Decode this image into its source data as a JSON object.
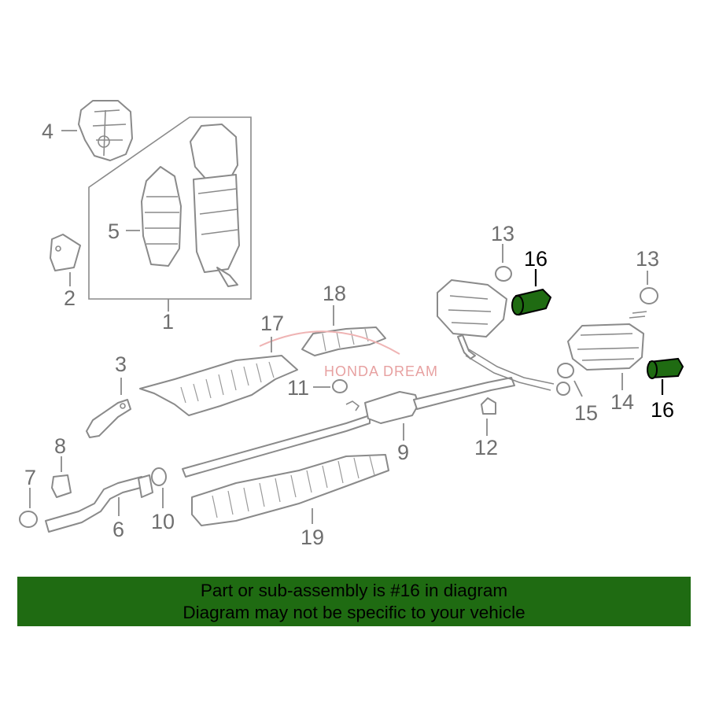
{
  "diagram": {
    "highlight_color": "#1f6b12",
    "watermark": "HONDA DREAM",
    "callouts": {
      "c1": "1",
      "c2": "2",
      "c3": "3",
      "c4": "4",
      "c5": "5",
      "c6": "6",
      "c7": "7",
      "c8": "8",
      "c9": "9",
      "c10": "10",
      "c11": "11",
      "c12": "12",
      "c13a": "13",
      "c13b": "13",
      "c14": "14",
      "c15": "15",
      "c16a": "16",
      "c16b": "16",
      "c17": "17",
      "c18": "18",
      "c19": "19"
    }
  },
  "banner": {
    "line1": "Part or sub-assembly is #16 in diagram",
    "line2": "Diagram may not be specific to your vehicle"
  }
}
